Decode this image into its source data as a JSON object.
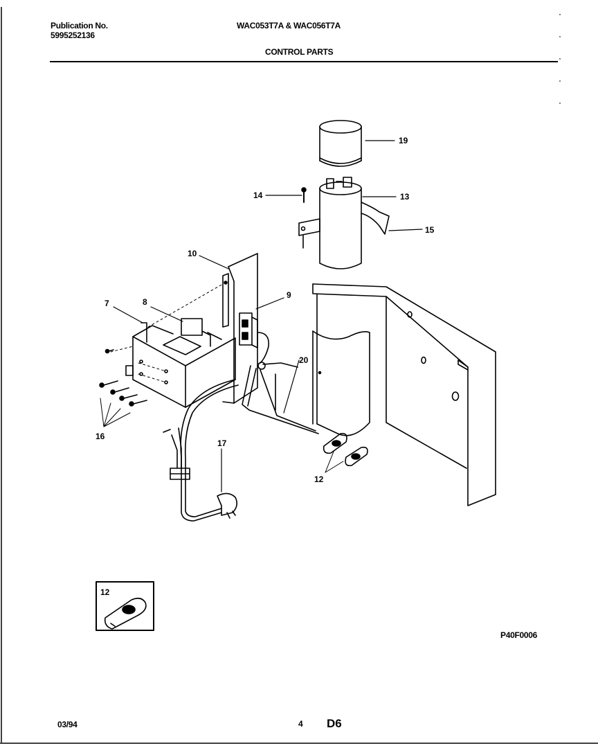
{
  "header": {
    "publication_label": "Publication No.",
    "publication_number": "5995252136",
    "models": "WAC053T7A & WAC056T7A",
    "section_title": "CONTROL PARTS"
  },
  "callouts": {
    "c7": "7",
    "c8": "8",
    "c9": "9",
    "c10": "10",
    "c12": "12",
    "c12_inset": "12",
    "c13": "13",
    "c14": "14",
    "c15": "15",
    "c16": "16",
    "c17": "17",
    "c19": "19",
    "c20": "20"
  },
  "footer": {
    "drawing_code": "P40F0006",
    "date": "03/94",
    "page_number": "4",
    "page_code": "D6"
  }
}
